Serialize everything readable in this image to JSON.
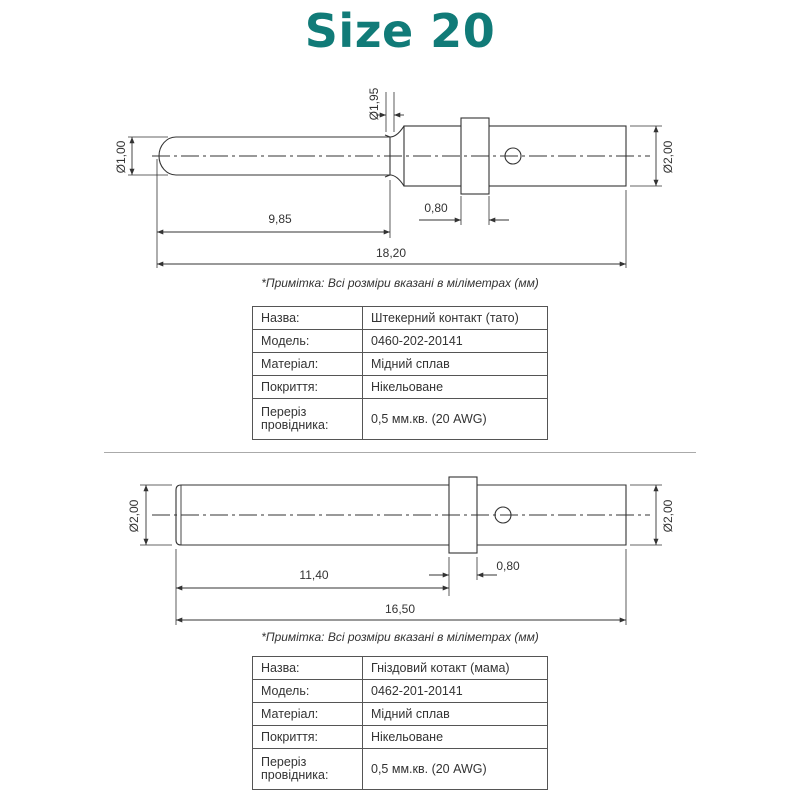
{
  "title": "Size 20",
  "note": "*Примітка: Всі розміри вказані в міліметрах (мм)",
  "colors": {
    "title": "#117b78",
    "line": "#333333"
  },
  "male": {
    "dims": {
      "pin_diameter": "Ø1,00",
      "neck_diameter": "Ø1,95",
      "body_diameter": "Ø2,00",
      "collar_width": "0,80",
      "tip_to_neck": "9,85",
      "overall_length": "18,20"
    },
    "table": [
      {
        "key": "Назва:",
        "value": "Штекерний контакт (тато)"
      },
      {
        "key": "Модель:",
        "value": "0460-202-20141"
      },
      {
        "key": "Матеріал:",
        "value": "Мідний сплав"
      },
      {
        "key": "Покриття:",
        "value": "Нікельоване"
      },
      {
        "key": "Переріз провідника:",
        "value": "0,5 мм.кв. (20 AWG)"
      }
    ]
  },
  "female": {
    "dims": {
      "left_diameter": "Ø2,00",
      "right_diameter": "Ø2,00",
      "collar_width": "0,80",
      "front_length": "11,40",
      "overall_length": "16,50"
    },
    "table": [
      {
        "key": "Назва:",
        "value": "Гніздовий котакт (мама)"
      },
      {
        "key": "Модель:",
        "value": "0462-201-20141"
      },
      {
        "key": "Матеріал:",
        "value": "Мідний сплав"
      },
      {
        "key": "Покриття:",
        "value": "Нікельоване"
      },
      {
        "key": "Переріз провідника:",
        "value": "0,5 мм.кв. (20 AWG)"
      }
    ]
  }
}
